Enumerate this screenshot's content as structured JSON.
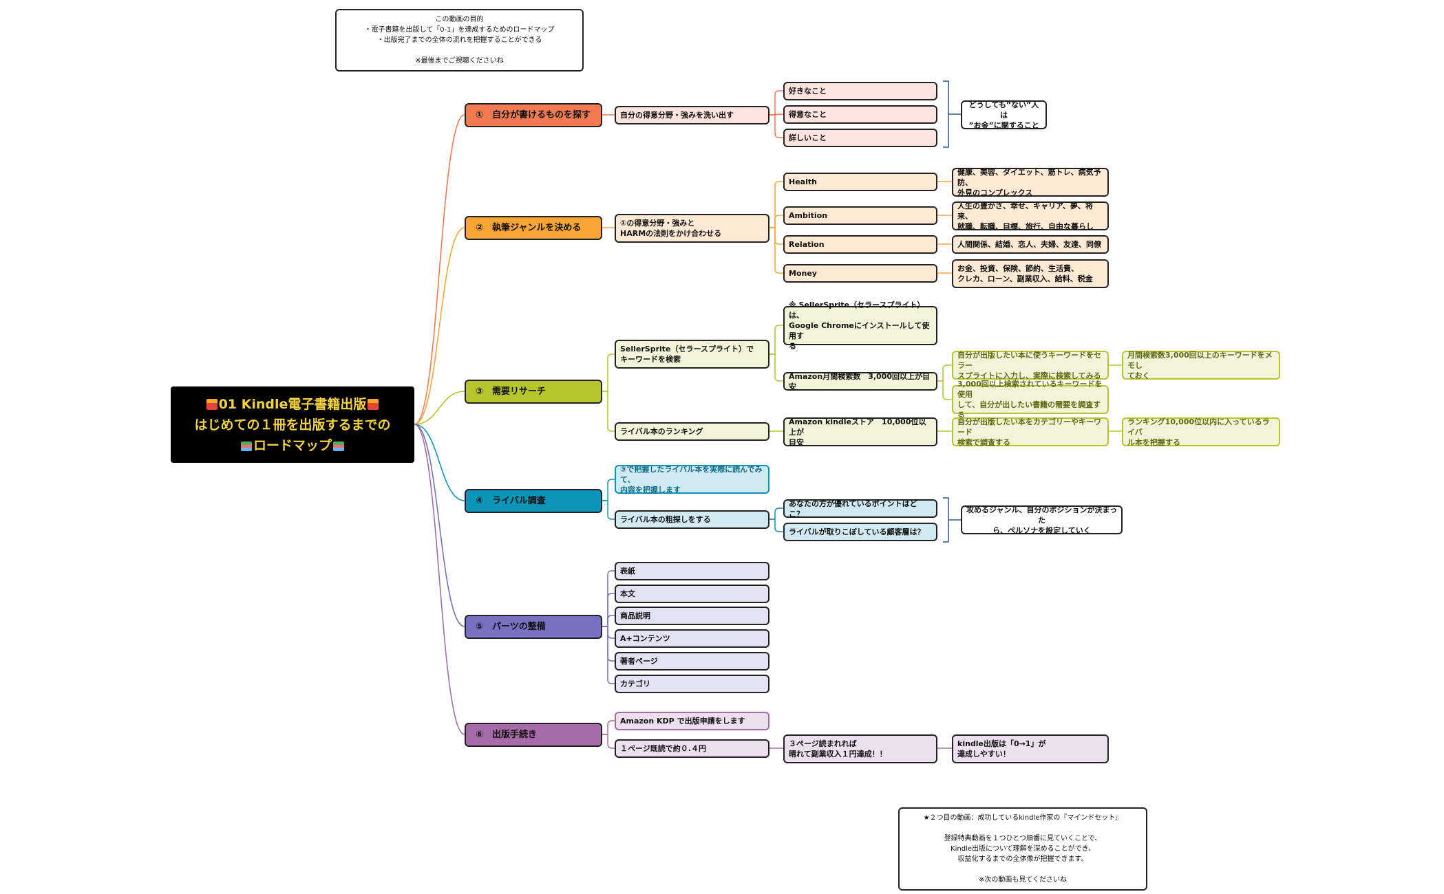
{
  "root": {
    "line1": "01 Kindle電子書籍出版",
    "line2": "はじめての１冊を出版するまでの",
    "line3": "ロードマップ"
  },
  "top_note": "この動画の目的\n・電子書籍を出版して「0-1」を達成するためのロードマップ\n・出版完了までの全体の流れを把握することができる\n\n※最後までご視聴くださいね",
  "bottom_note": "★２つ目の動画：成功しているkindle作家の『マインドセット』\n\n登録特典動画を１つひとつ順番に見ていくことで、\nKindle出版について理解を深めることができ、\n収益化するまでの全体像が把握できます。\n\n※次の動画も見てくださいね",
  "colors": {
    "b1": "#f27a52",
    "b2": "#f9a533",
    "b3": "#b6c52c",
    "b4": "#0b95b8",
    "b5": "#7671c0",
    "b6": "#a76aa9",
    "b1_light": "#fde4de",
    "b2_light": "#fee9d4",
    "b3_light": "#f1f4d9",
    "b4_light": "#d1e9f1",
    "b5_light": "#e3e2f2",
    "b6_light": "#ece0ee"
  },
  "branches": {
    "b1": {
      "label": "①　自分が書けるものを探す",
      "sub": "自分の得意分野・強みを洗い出す",
      "items": [
        "好きなこと",
        "得意なこと",
        "詳しいこと"
      ],
      "bracket_note": "どうしても”ない”人は\n”お金”に関すること"
    },
    "b2": {
      "label": "②　執筆ジャンルを決める",
      "sub": "①の得意分野・強みと\nHARMの法則をかけ合わせる",
      "items": [
        "Health",
        "Ambition",
        "Relation",
        "Money"
      ],
      "details": [
        "健康、美容、ダイエット、筋トレ、病気予防、\n外見のコンプレックス",
        "人生の豊かさ、幸せ、キャリア、夢、将来、\n就職、転職、目標、旅行、自由な暮らし",
        "人間関係、結婚、恋人、夫婦、友達、同僚",
        "お金、投資、保険、節約、生活費、\nクレカ、ローン、副業収入、給料、税金"
      ]
    },
    "b3": {
      "label": "③　需要リサーチ",
      "sub1": "SellerSprite（セラースプライト）で\nキーワードを検索",
      "sub1_items": [
        "※ SellerSprite（セラースプライト）は、\nGoogle Chromeにインストールして使用す\nる",
        "Amazon月間検索数　3,000回以上が目安"
      ],
      "sub1_details": [
        "自分が出版したい本に使うキーワードをセラー\nスプライトに入力し、実際に検索してみる",
        "3,000回以上検索されているキーワードを使用\nして、自分が出したい書籍の需要を調査する"
      ],
      "sub1_final": "月間検索数3,000回以上のキーワードをメモし\nておく",
      "sub2": "ライバル本のランキング",
      "sub2_item": "Amazon kindleストア　10,000位以上が\n目安",
      "sub2_detail": "自分が出版したい本をカテゴリーやキーワード\n検索で調査する",
      "sub2_final": "ランキング10,000位以内に入っているライバ\nル本を把握する"
    },
    "b4": {
      "label": "④　ライバル調査",
      "sub1": "③で把握したライバル本を実際に読んでみて、\n内容を把握します",
      "sub2": "ライバル本の粗探しをする",
      "items": [
        "あなたの方が優れているポイントはどこ？",
        "ライバルが取りこぼしている顧客層は？"
      ],
      "bracket_note": "攻めるジャンル、自分のポジションが決まった\nら、ペルソナを設定していく"
    },
    "b5": {
      "label": "⑤　パーツの整備",
      "items": [
        "表紙",
        "本文",
        "商品説明",
        "A+コンテンツ",
        "著者ページ",
        "カテゴリ"
      ]
    },
    "b6": {
      "label": "⑥　出版手続き",
      "sub1": "Amazon KDP で出版申請をします",
      "sub2": "１ページ既読で約０.４円",
      "sub2_item": "３ページ読まれれば\n晴れて副業収入１円達成！！",
      "sub2_detail": "kindle出版は「0→1」が\n達成しやすい！"
    }
  }
}
